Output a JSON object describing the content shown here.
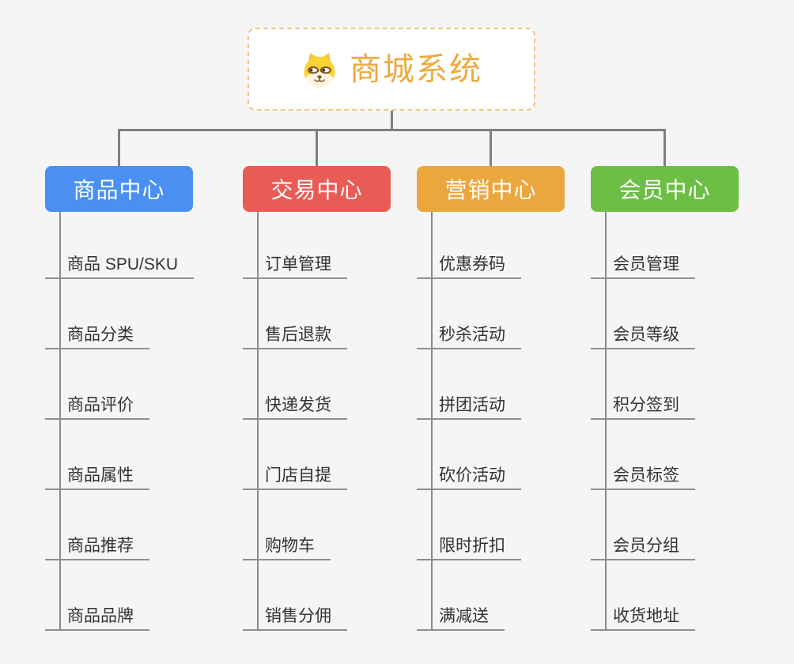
{
  "root": {
    "title": "商城系统",
    "icon": "dog-icon",
    "accent_color": "#efa93d",
    "border_color": "#f3c67e"
  },
  "colors": {
    "background": "#f5f5f5",
    "connector": "#7f7f7f",
    "item_text": "#333333",
    "item_line": "#8f8f8f"
  },
  "branches": [
    {
      "label": "商品中心",
      "color": "#4a90f2",
      "items": [
        "商品 SPU/SKU",
        "商品分类",
        "商品评价",
        "商品属性",
        "商品推荐",
        "商品品牌"
      ]
    },
    {
      "label": "交易中心",
      "color": "#e95c55",
      "items": [
        "订单管理",
        "售后退款",
        "快递发货",
        "门店自提",
        "购物车",
        "销售分佣"
      ]
    },
    {
      "label": "营销中心",
      "color": "#eba73e",
      "items": [
        "优惠券码",
        "秒杀活动",
        "拼团活动",
        "砍价活动",
        "限时折扣",
        "满减送"
      ]
    },
    {
      "label": "会员中心",
      "color": "#6cbe45",
      "items": [
        "会员管理",
        "会员等级",
        "积分签到",
        "会员标签",
        "会员分组",
        "收货地址"
      ]
    }
  ]
}
